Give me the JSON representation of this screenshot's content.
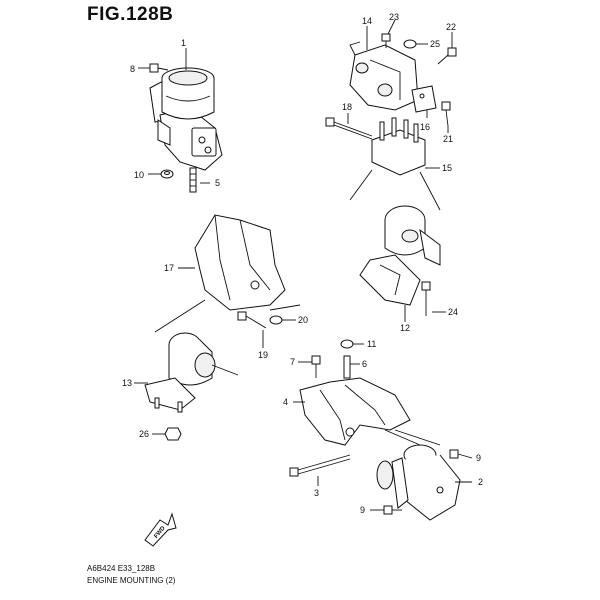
{
  "title": "FIG.128B",
  "footer": {
    "code": "A6B424 E33_128B",
    "caption": "ENGINE MOUNTING (2)"
  },
  "fwd_label": "FWD",
  "callouts": {
    "c1": "1",
    "c2": "2",
    "c3": "3",
    "c4": "4",
    "c5": "5",
    "c6": "6",
    "c7": "7",
    "c8": "8",
    "c9a": "9",
    "c9b": "9",
    "c10": "10",
    "c11": "11",
    "c12": "12",
    "c13": "13",
    "c14": "14",
    "c15": "15",
    "c16": "16",
    "c17": "17",
    "c18": "18",
    "c19": "19",
    "c20": "20",
    "c21": "21",
    "c22": "22",
    "c23": "23",
    "c24": "24",
    "c25": "25",
    "c26": "26"
  }
}
